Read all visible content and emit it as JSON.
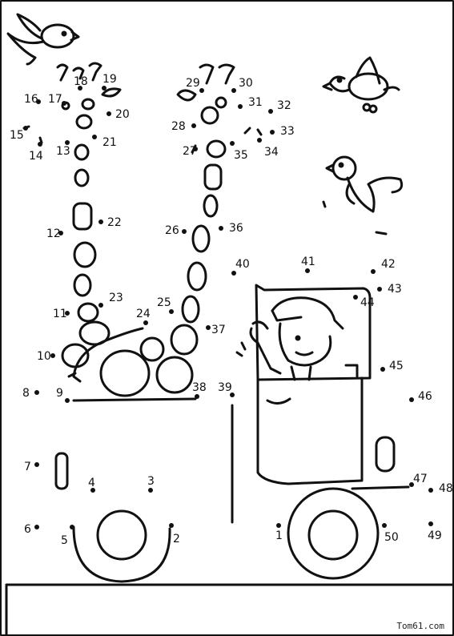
{
  "worksheet": {
    "numbers": [
      "1",
      "2",
      "3",
      "4",
      "5",
      "6",
      "7",
      "8",
      "9",
      "10",
      "11",
      "12",
      "13",
      "14",
      "15",
      "16",
      "17",
      "18",
      "19",
      "20",
      "21",
      "22",
      "23",
      "24",
      "25",
      "26",
      "27",
      "28",
      "29",
      "30",
      "31",
      "32",
      "33",
      "34",
      "35",
      "36",
      "37",
      "38",
      "39",
      "40",
      "41",
      "42",
      "43",
      "44",
      "45",
      "46",
      "47",
      "48",
      "49",
      "50"
    ],
    "watermark": "Tom61.com"
  }
}
